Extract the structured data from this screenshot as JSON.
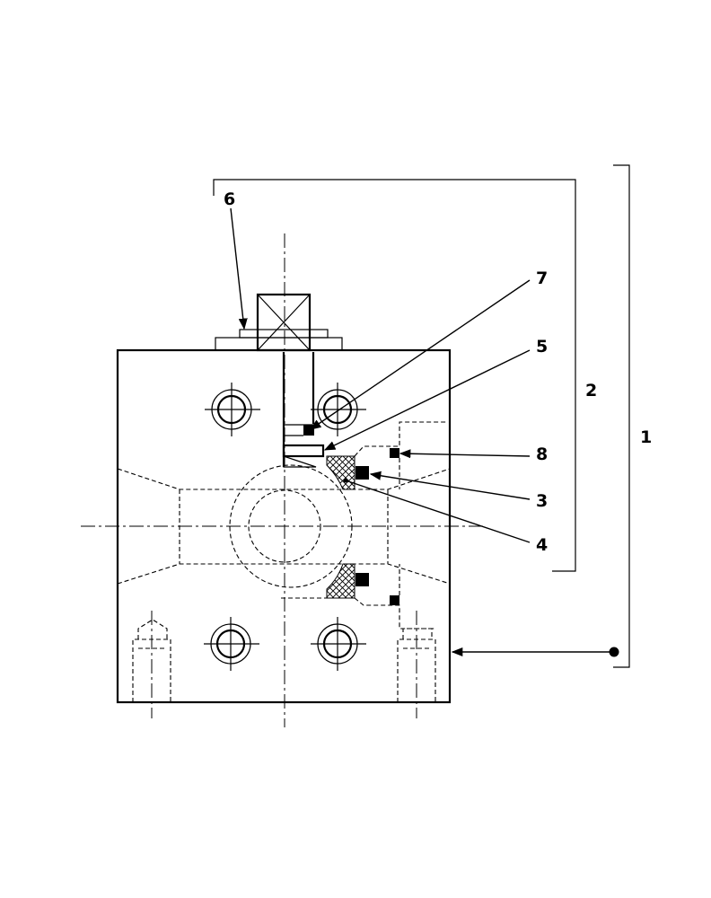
{
  "diagram": {
    "callouts": [
      {
        "id": "c1",
        "label": "1"
      },
      {
        "id": "c2",
        "label": "2"
      },
      {
        "id": "c3",
        "label": "3"
      },
      {
        "id": "c4",
        "label": "4"
      },
      {
        "id": "c5",
        "label": "5"
      },
      {
        "id": "c6",
        "label": "6"
      },
      {
        "id": "c7",
        "label": "7"
      },
      {
        "id": "c8",
        "label": "8"
      }
    ]
  },
  "colors": {
    "line": "#000000",
    "background": "#ffffff"
  }
}
